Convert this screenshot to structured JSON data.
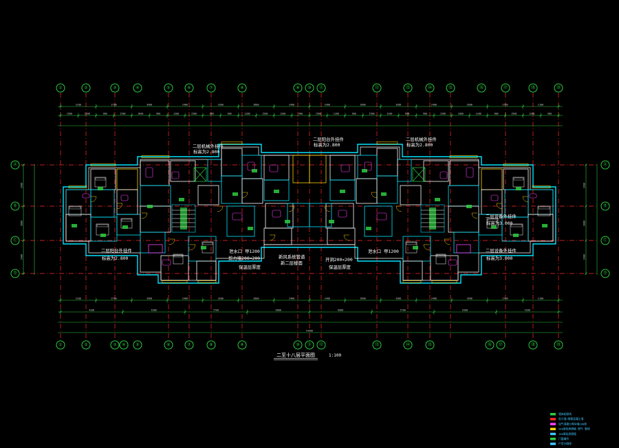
{
  "drawing": {
    "title": "二至十八层平面图",
    "scale": "1:100",
    "background": "#000000",
    "colors": {
      "axis": "#ff2a2a",
      "wall_cyan": "#00e5ff",
      "wall_white": "#ffffff",
      "grid_green": "#2ecc40",
      "fixture_magenta": "#ff40ff",
      "window_yellow": "#ffd400",
      "dim_text": "#cfcfcf"
    }
  },
  "axes_top": [
    "①",
    "②",
    "③",
    "④",
    "⑤",
    "⑥",
    "⑦",
    "⑧",
    "⑨",
    "⑩",
    "⑪",
    "⑫",
    "⑬",
    "⑭",
    "⑮",
    "⑯",
    "⑰",
    "⑱",
    "⑲"
  ],
  "axes_bottom": [
    "①",
    "②",
    "③",
    "④",
    "⑤",
    "⑥",
    "⑦",
    "⑧",
    "⑨",
    "⑩",
    "⑪",
    "⑫",
    "⑬",
    "⑭",
    "⑮",
    "⑯",
    "⑰",
    "⑱",
    "⑲"
  ],
  "axes_left": [
    "Ⓐ",
    "Ⓑ",
    "Ⓒ",
    "Ⓓ"
  ],
  "axes_right": [
    "Ⓐ",
    "Ⓑ",
    "Ⓒ",
    "Ⓓ"
  ],
  "dims_top_row1": [
    "2100",
    "2700",
    "3900",
    "2400",
    "3300",
    "3600",
    "2400",
    "2400",
    "3600",
    "3300",
    "2400",
    "3900",
    "2700",
    "2100"
  ],
  "dims_top_row2": [
    "1500",
    "1200",
    "900",
    "1500",
    "1800",
    "900",
    "1200",
    "1500",
    "600",
    "900",
    "1200",
    "1500",
    "1200",
    "900",
    "1500",
    "1200",
    "900",
    "1500",
    "1200",
    "600",
    "900",
    "1500",
    "1800",
    "1200",
    "900",
    "1500",
    "1200",
    "900"
  ],
  "dims_bottom_row1": [
    "2100",
    "2700",
    "3900",
    "2400",
    "3300",
    "3600",
    "2400",
    "2400",
    "3600",
    "3300",
    "2400",
    "3900",
    "2700",
    "2100"
  ],
  "dims_bottom_row2": [
    "4200",
    "6300",
    "5700",
    "6000",
    "6000",
    "5700",
    "6300",
    "4200"
  ],
  "total_length": "54300",
  "dims_left": [
    "3300",
    "3000",
    "2400"
  ],
  "dims_right": [
    "3300",
    "3000",
    "2400"
  ],
  "annotations": [
    "二层机械外挂件",
    "标高为2.800",
    "二层阳台外挂件",
    "标高为2.800",
    "二层机械外挂件",
    "标高为2.800",
    "二层阳台外挂件",
    "标高为2.800",
    "二层设备外挂件",
    "标高为3.000",
    "二层设备外挂件",
    "标高为3.000",
    "泄水口 甲1200",
    "剪力墙200×200",
    "保温层厚度",
    "新风系统管道",
    "新二层楼面",
    "泄水口 甲1200",
    "开洞200×200",
    "保温层厚度"
  ],
  "legend": [
    "墙体轮廓线",
    "剪力墙/钢筋混凝土墙",
    "加气混凝土砌块墙200厚",
    "200厚轻质隔墙 燃气 管线",
    "100厚轻质隔墙",
    "门窗编号",
    "户型分隔线"
  ]
}
